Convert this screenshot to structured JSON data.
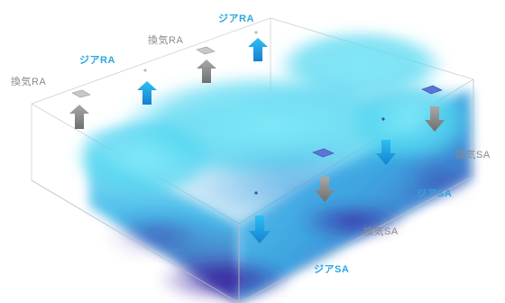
{
  "diagram": {
    "labels": {
      "ra_exhaust_left": "換気RA",
      "ra_ghia_1": "ジアRA",
      "ra_exhaust_top": "換気RA",
      "ra_ghia_top": "ジアRA",
      "sa_exhaust_right": "換気SA",
      "sa_ghia_right": "ジアSA",
      "sa_exhaust_mid": "換気SA",
      "sa_ghia_bottom": "ジアSA"
    },
    "colors": {
      "ghia_arrow": "#1e9be0",
      "exhaust_arrow": "#8c8c8c",
      "ghia_label": "#2aa7e2",
      "exhaust_label": "#8a8a8a",
      "air_cyan": "#46d6f0",
      "air_deep": "#3b2aa0",
      "box_edge": "#c9c9c9"
    },
    "icons": {
      "up_arrow": "up-arrow-icon",
      "down_arrow": "down-arrow-icon",
      "vent": "ceiling-vent-icon"
    }
  }
}
